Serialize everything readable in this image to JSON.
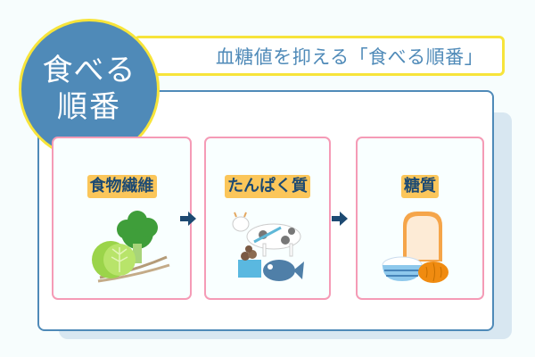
{
  "badge": {
    "line1": "食べる",
    "line2": "順番"
  },
  "title": "血糖値を抑える「食べる順番」",
  "steps": [
    {
      "label": "食物繊維",
      "icon": "vegetables-icon"
    },
    {
      "label": "たんぱく質",
      "icon": "protein-foods-icon"
    },
    {
      "label": "糖質",
      "icon": "carbohydrates-icon"
    }
  ],
  "colors": {
    "background": "#f7fdfd",
    "primary_blue": "#4f8ab8",
    "yellow_border": "#f7e43a",
    "card_border": "#f59bb6",
    "label_bg": "#fbc65a",
    "label_text": "#1d4a72",
    "arrow": "#1d4a72"
  }
}
